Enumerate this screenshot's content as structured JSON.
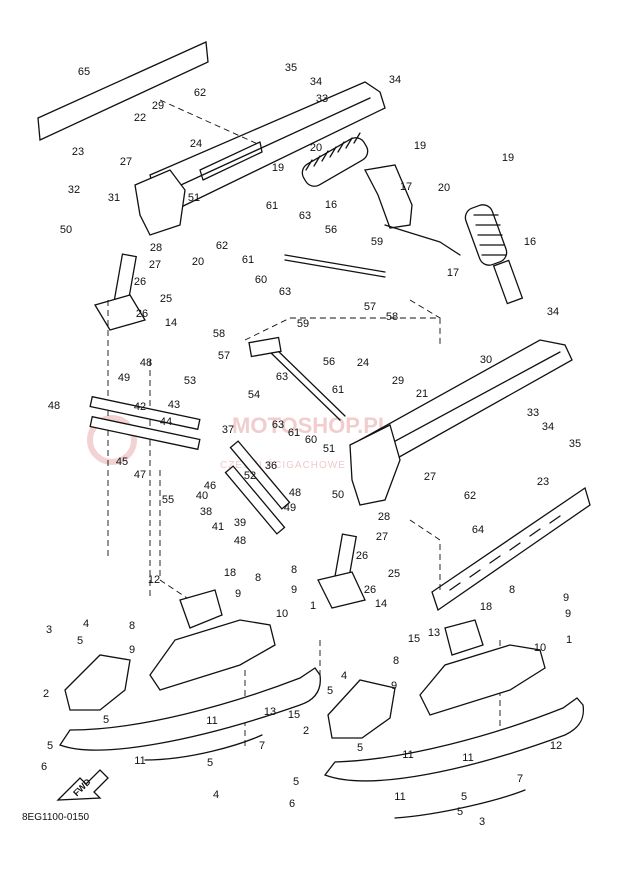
{
  "diagram": {
    "code": "8EG1100-0150",
    "fwd_label": "FWD",
    "watermark": {
      "main": "MOTOSHOP.PL",
      "sub": "CZESCI ŚCIGACHOWE YAMAHA"
    },
    "callouts": [
      {
        "id": "c65",
        "t": "65"
      },
      {
        "id": "c35a",
        "t": "35"
      },
      {
        "id": "c34a",
        "t": "34"
      },
      {
        "id": "c33a",
        "t": "33"
      },
      {
        "id": "c34b",
        "t": "34"
      },
      {
        "id": "c62a",
        "t": "62"
      },
      {
        "id": "c29a",
        "t": "29"
      },
      {
        "id": "c22",
        "t": "22"
      },
      {
        "id": "c23a",
        "t": "23"
      },
      {
        "id": "c24a",
        "t": "24"
      },
      {
        "id": "c27a",
        "t": "27"
      },
      {
        "id": "c19a",
        "t": "19"
      },
      {
        "id": "c20a",
        "t": "20"
      },
      {
        "id": "c19b",
        "t": "19"
      },
      {
        "id": "c32",
        "t": "32"
      },
      {
        "id": "c31",
        "t": "31"
      },
      {
        "id": "c51a",
        "t": "51"
      },
      {
        "id": "c16a",
        "t": "16"
      },
      {
        "id": "c17a",
        "t": "17"
      },
      {
        "id": "c20b",
        "t": "20"
      },
      {
        "id": "c19c",
        "t": "19"
      },
      {
        "id": "c50a",
        "t": "50"
      },
      {
        "id": "c28a",
        "t": "28"
      },
      {
        "id": "c62b",
        "t": "62"
      },
      {
        "id": "c61a",
        "t": "61"
      },
      {
        "id": "c63a",
        "t": "63"
      },
      {
        "id": "c56a",
        "t": "56"
      },
      {
        "id": "c27b",
        "t": "27"
      },
      {
        "id": "c20c",
        "t": "20"
      },
      {
        "id": "c61b",
        "t": "61"
      },
      {
        "id": "c60a",
        "t": "60"
      },
      {
        "id": "c59",
        "t": "59"
      },
      {
        "id": "c17b",
        "t": "17"
      },
      {
        "id": "c16b",
        "t": "16"
      },
      {
        "id": "c26a",
        "t": "26"
      },
      {
        "id": "c25a",
        "t": "25"
      },
      {
        "id": "c63b",
        "t": "63"
      },
      {
        "id": "c57a",
        "t": "57"
      },
      {
        "id": "c26b",
        "t": "26"
      },
      {
        "id": "c58a",
        "t": "58"
      },
      {
        "id": "c34c",
        "t": "34"
      },
      {
        "id": "c14a",
        "t": "14"
      },
      {
        "id": "c59b",
        "t": "59"
      },
      {
        "id": "c58b",
        "t": "58"
      },
      {
        "id": "c57b",
        "t": "57"
      },
      {
        "id": "c56b",
        "t": "56"
      },
      {
        "id": "c30",
        "t": "30"
      },
      {
        "id": "c48a",
        "t": "48"
      },
      {
        "id": "c53",
        "t": "53"
      },
      {
        "id": "c49a",
        "t": "49"
      },
      {
        "id": "c24b",
        "t": "24"
      },
      {
        "id": "c63c",
        "t": "63"
      },
      {
        "id": "c29b",
        "t": "29"
      },
      {
        "id": "c61c",
        "t": "61"
      },
      {
        "id": "c21",
        "t": "21"
      },
      {
        "id": "c44",
        "t": "44"
      },
      {
        "id": "c48b",
        "t": "48"
      },
      {
        "id": "c43",
        "t": "43"
      },
      {
        "id": "c54",
        "t": "54"
      },
      {
        "id": "c42",
        "t": "42"
      },
      {
        "id": "c33b",
        "t": "33"
      },
      {
        "id": "c37",
        "t": "37"
      },
      {
        "id": "c63d",
        "t": "63"
      },
      {
        "id": "c61d",
        "t": "61"
      },
      {
        "id": "c34d",
        "t": "34"
      },
      {
        "id": "c35b",
        "t": "35"
      },
      {
        "id": "c45",
        "t": "45"
      },
      {
        "id": "c60b",
        "t": "60"
      },
      {
        "id": "c51b",
        "t": "51"
      },
      {
        "id": "c47",
        "t": "47"
      },
      {
        "id": "c46",
        "t": "46"
      },
      {
        "id": "c52",
        "t": "52"
      },
      {
        "id": "c27c",
        "t": "27"
      },
      {
        "id": "c23b",
        "t": "23"
      },
      {
        "id": "c55",
        "t": "55"
      },
      {
        "id": "c40",
        "t": "40"
      },
      {
        "id": "c36",
        "t": "36"
      },
      {
        "id": "c50b",
        "t": "50"
      },
      {
        "id": "c62c",
        "t": "62"
      },
      {
        "id": "c38",
        "t": "38"
      },
      {
        "id": "c48c",
        "t": "48"
      },
      {
        "id": "c49b",
        "t": "49"
      },
      {
        "id": "c41",
        "t": "41"
      },
      {
        "id": "c39",
        "t": "39"
      },
      {
        "id": "c28b",
        "t": "28"
      },
      {
        "id": "c48d",
        "t": "48"
      },
      {
        "id": "c64",
        "t": "64"
      },
      {
        "id": "c27d",
        "t": "27"
      },
      {
        "id": "c26c",
        "t": "26"
      },
      {
        "id": "c25b",
        "t": "25"
      },
      {
        "id": "c12a",
        "t": "12"
      },
      {
        "id": "c18a",
        "t": "18"
      },
      {
        "id": "c8a",
        "t": "8"
      },
      {
        "id": "c8b",
        "t": "8"
      },
      {
        "id": "c9a",
        "t": "9"
      },
      {
        "id": "c9b",
        "t": "9"
      },
      {
        "id": "c1a",
        "t": "1"
      },
      {
        "id": "c26d",
        "t": "26"
      },
      {
        "id": "c10a",
        "t": "10"
      },
      {
        "id": "c14b",
        "t": "14"
      },
      {
        "id": "c4a",
        "t": "4"
      },
      {
        "id": "c8c",
        "t": "8"
      },
      {
        "id": "c8d",
        "t": "8"
      },
      {
        "id": "c9c",
        "t": "9"
      },
      {
        "id": "c18b",
        "t": "18"
      },
      {
        "id": "c9d",
        "t": "9"
      },
      {
        "id": "c3a",
        "t": "3"
      },
      {
        "id": "c5a",
        "t": "5"
      },
      {
        "id": "c9e",
        "t": "9"
      },
      {
        "id": "c15a",
        "t": "15"
      },
      {
        "id": "c13a",
        "t": "13"
      },
      {
        "id": "c1b",
        "t": "1"
      },
      {
        "id": "c8e",
        "t": "8"
      },
      {
        "id": "c10b",
        "t": "10"
      },
      {
        "id": "c2a",
        "t": "2"
      },
      {
        "id": "c4b",
        "t": "4"
      },
      {
        "id": "c9f",
        "t": "9"
      },
      {
        "id": "c5b",
        "t": "5"
      },
      {
        "id": "c13b",
        "t": "13"
      },
      {
        "id": "c15b",
        "t": "15"
      },
      {
        "id": "c5c",
        "t": "5"
      },
      {
        "id": "c11a",
        "t": "11"
      },
      {
        "id": "c2b",
        "t": "2"
      },
      {
        "id": "c5d",
        "t": "5"
      },
      {
        "id": "c7a",
        "t": "7"
      },
      {
        "id": "c11b",
        "t": "11"
      },
      {
        "id": "c5e",
        "t": "5"
      },
      {
        "id": "c12b",
        "t": "12"
      },
      {
        "id": "c6a",
        "t": "6"
      },
      {
        "id": "c5f",
        "t": "5"
      },
      {
        "id": "c11c",
        "t": "11"
      },
      {
        "id": "c5g",
        "t": "5"
      },
      {
        "id": "c11d",
        "t": "11"
      },
      {
        "id": "c7b",
        "t": "7"
      },
      {
        "id": "c4c",
        "t": "4"
      },
      {
        "id": "c5h",
        "t": "5"
      },
      {
        "id": "c6b",
        "t": "6"
      },
      {
        "id": "c11e",
        "t": "11"
      },
      {
        "id": "c5i",
        "t": "5"
      },
      {
        "id": "c3b",
        "t": "3"
      }
    ]
  }
}
